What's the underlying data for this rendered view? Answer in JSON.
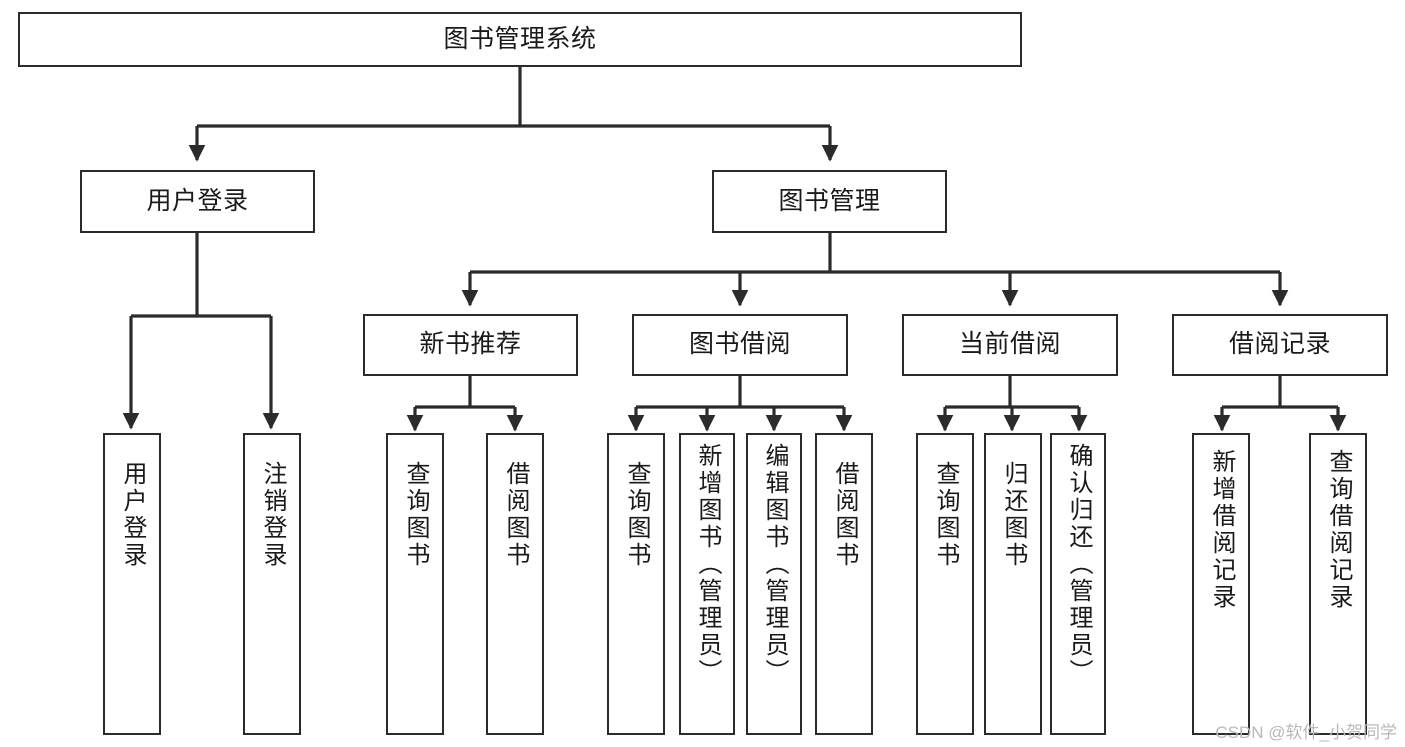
{
  "diagram": {
    "title": "图书管理系统",
    "watermark": "CSDN @软件_小贺同学",
    "line_color": "#2b2b2b",
    "box_border_color": "#2b2b2b",
    "box_fill_color": "#ffffff",
    "text_color": "#1a1a1a",
    "background_color": "#ffffff"
  },
  "nodes": {
    "root": {
      "label": "图书管理系统"
    },
    "level2": [
      {
        "id": "user-login",
        "label": "用户登录"
      },
      {
        "id": "book-management",
        "label": "图书管理"
      }
    ],
    "level3": [
      {
        "id": "new-book-recommend",
        "label": "新书推荐"
      },
      {
        "id": "book-borrow",
        "label": "图书借阅"
      },
      {
        "id": "current-borrow",
        "label": "当前借阅"
      },
      {
        "id": "borrow-record",
        "label": "借阅记录"
      }
    ],
    "leaves": {
      "user_login": [
        {
          "id": "leaf-user-login",
          "label": "用户登录"
        },
        {
          "id": "leaf-logout-login",
          "label": "注销登录"
        }
      ],
      "new_book_recommend": [
        {
          "id": "leaf-query-book-1",
          "label": "查询图书"
        },
        {
          "id": "leaf-borrow-book-1",
          "label": "借阅图书"
        }
      ],
      "book_borrow": [
        {
          "id": "leaf-query-book-2",
          "label": "查询图书"
        },
        {
          "id": "leaf-add-book",
          "label": "新增图书（管理员）"
        },
        {
          "id": "leaf-edit-book",
          "label": "编辑图书（管理员）"
        },
        {
          "id": "leaf-borrow-book-2",
          "label": "借阅图书"
        }
      ],
      "current_borrow": [
        {
          "id": "leaf-query-book-3",
          "label": "查询图书"
        },
        {
          "id": "leaf-return-book",
          "label": "归还图书"
        },
        {
          "id": "leaf-confirm-return",
          "label": "确认归还（管理员）"
        }
      ],
      "borrow_record": [
        {
          "id": "leaf-add-record",
          "label": "新增借阅记录"
        },
        {
          "id": "leaf-query-record",
          "label": "查询借阅记录"
        }
      ]
    }
  }
}
